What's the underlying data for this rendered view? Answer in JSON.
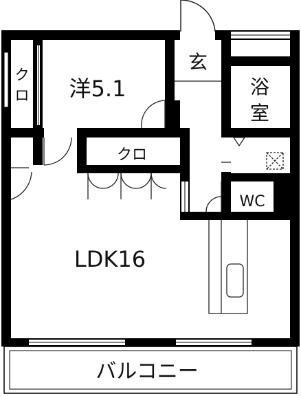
{
  "rooms": {
    "western": "洋5.1",
    "ldk": "LDK16",
    "entrance": "玄",
    "bath_line1": "浴",
    "bath_line2": "室",
    "wc": "WC",
    "closet_side": "クロ",
    "closet_center": "クロ",
    "balcony": "バルコニー"
  },
  "colors": {
    "wall": "#000000",
    "background": "#ffffff",
    "fixture_line": "#222222"
  }
}
